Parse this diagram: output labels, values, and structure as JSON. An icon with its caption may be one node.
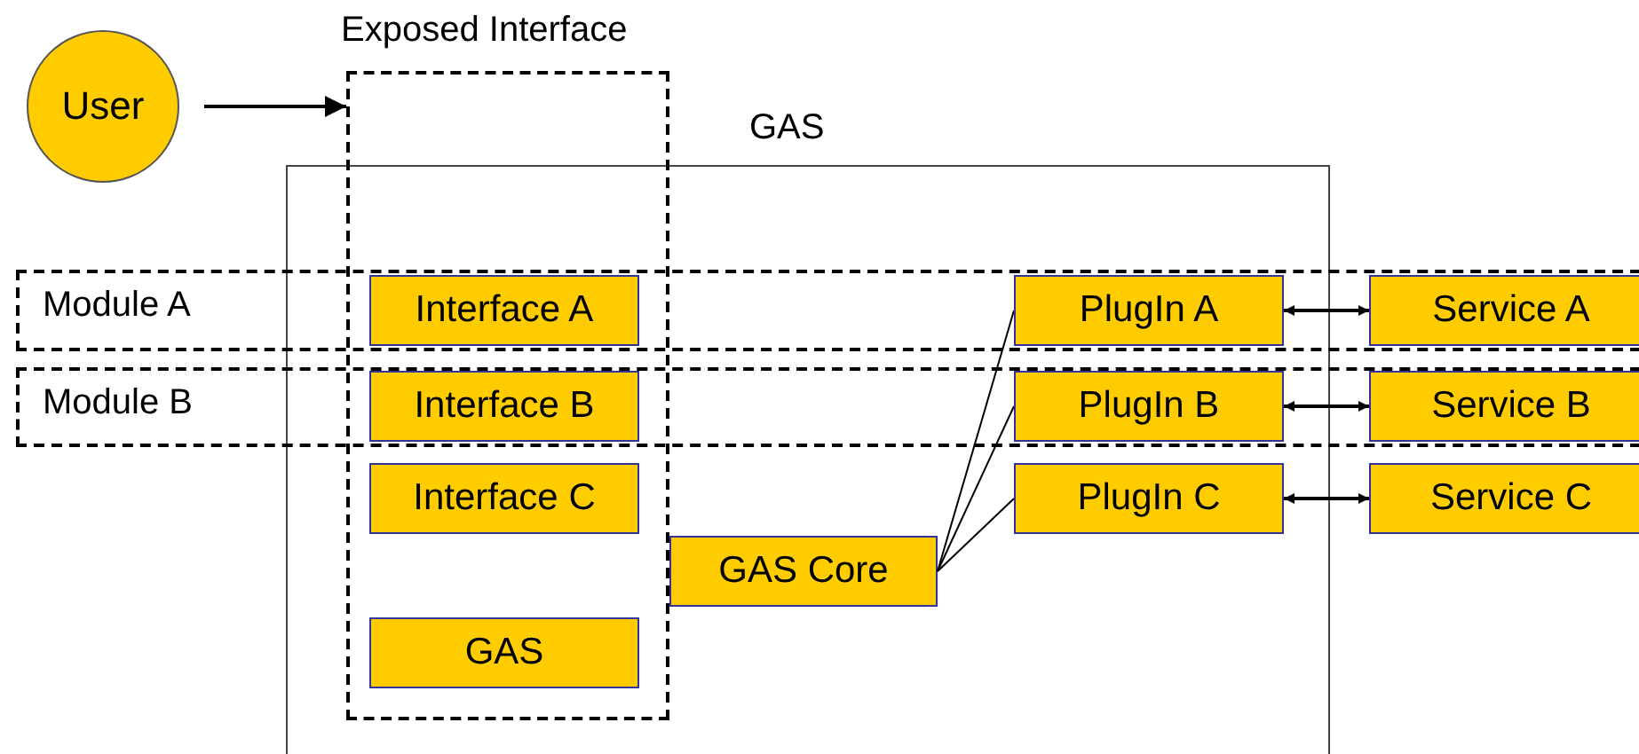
{
  "diagram": {
    "nodes": [
      {
        "text": [
          "User"
        ]
      },
      {
        "text": [
          "Exposed Interface"
        ]
      },
      {
        "text": [
          "GAS"
        ]
      },
      {
        "text": [
          "Module A"
        ]
      },
      {
        "text": [
          "Module B"
        ]
      },
      {
        "text": [
          "Interface A"
        ]
      },
      {
        "text": [
          "Interface B"
        ]
      },
      {
        "text": [
          "Interface C"
        ],
        "in": 1
      },
      {
        "text": [
          "GAS"
        ],
        "in": 1
      },
      {
        "text": [
          "GAS Core"
        ],
        "in": 2
      },
      {
        "text": [
          "PlugIn A"
        ]
      },
      {
        "text": [
          "PlugIn B"
        ]
      },
      {
        "text": [
          "PlugIn C"
        ],
        "in": 2
      },
      {
        "text": [
          "Service A"
        ],
        "in": 3
      },
      {
        "text": [
          "Service B"
        ],
        "in": 4
      },
      {
        "text": [
          "Service C"
        ]
      }
    ],
    "edges": [
      {
        "from": 0,
        "to": 1,
        "arrow": "to"
      },
      {
        "from": 9,
        "to": 10,
        "arrow": "none"
      },
      {
        "from": 9,
        "to": 11,
        "arrow": "none"
      },
      {
        "from": 9,
        "to": 12,
        "arrow": "none"
      },
      {
        "from": 10,
        "to": 13,
        "arrow": "both"
      },
      {
        "from": 11,
        "to": 14,
        "arrow": "both"
      },
      {
        "from": 12,
        "to": 15,
        "arrow": "both"
      }
    ]
  }
}
